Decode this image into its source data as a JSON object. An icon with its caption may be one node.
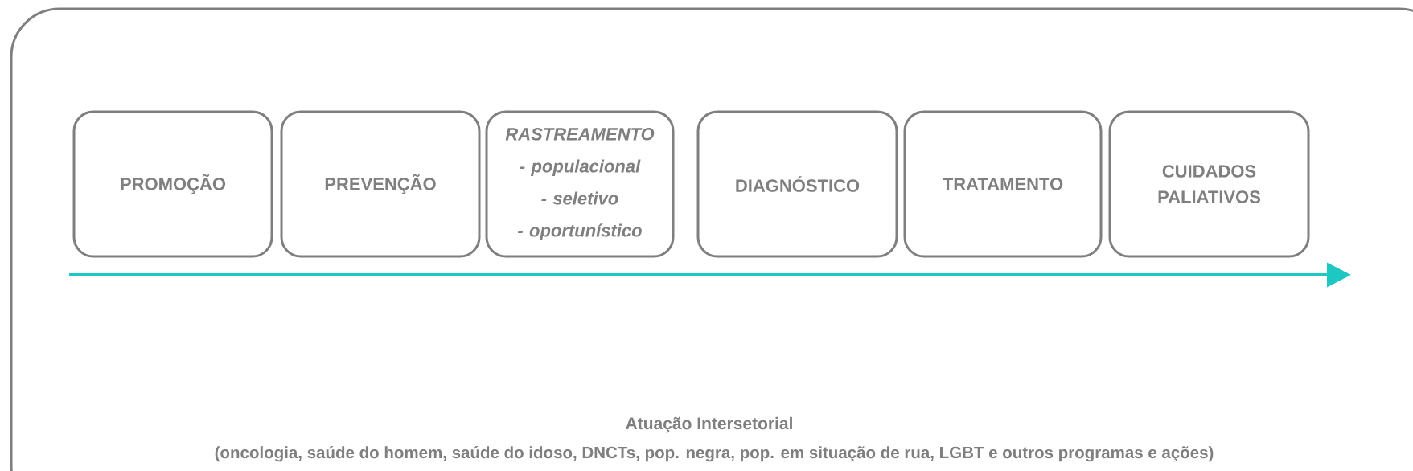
{
  "diagram": {
    "nodes": [
      {
        "text": [
          "Atuação Intersetorial",
          "(oncologia, saúde do homem, saúde do idoso, DNCTs, pop. negra, pop. em situação de rua, LGBT e outros programas e ações)"
        ]
      },
      {
        "text": [
          "PROMOÇÃO"
        ],
        "in": 0
      },
      {
        "text": [
          "PREVENÇÃO"
        ],
        "in": 0
      },
      {
        "text": [
          "RASTREAMENTO",
          "- populacional",
          "- seletivo",
          "- oportunístico"
        ],
        "in": 0
      },
      {
        "text": [
          "DIAGNÓSTICO"
        ],
        "in": 0
      },
      {
        "text": [
          "TRATAMENTO"
        ],
        "in": 0
      },
      {
        "text": [
          "CUIDADOS PALIATIVOS"
        ],
        "in": 0
      }
    ]
  }
}
